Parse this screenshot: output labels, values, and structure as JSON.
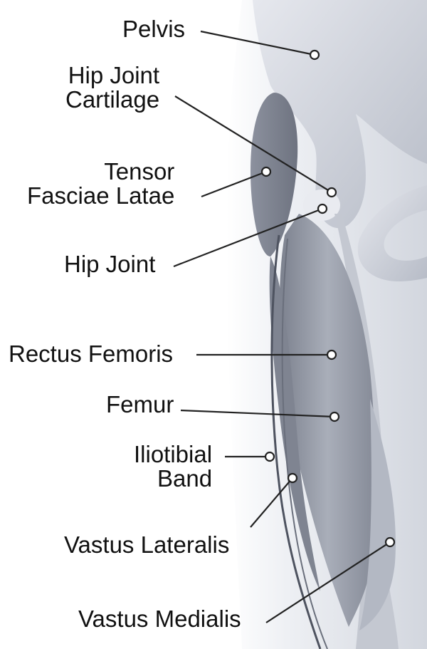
{
  "diagram": {
    "labels": [
      {
        "id": "pelvis",
        "lines": [
          "Pelvis"
        ]
      },
      {
        "id": "hip-joint-cartilage",
        "lines": [
          "Hip Joint",
          "Cartilage"
        ]
      },
      {
        "id": "tensor-fasciae-latae",
        "lines": [
          "Tensor",
          "Fasciae Latae"
        ]
      },
      {
        "id": "hip-joint",
        "lines": [
          "Hip Joint"
        ]
      },
      {
        "id": "rectus-femoris",
        "lines": [
          "Rectus Femoris"
        ]
      },
      {
        "id": "femur",
        "lines": [
          "Femur"
        ]
      },
      {
        "id": "iliotibial-band",
        "lines": [
          "Iliotibial",
          "Band"
        ]
      },
      {
        "id": "vastus-lateralis",
        "lines": [
          "Vastus Lateralis"
        ]
      },
      {
        "id": "vastus-medialis",
        "lines": [
          "Vastus Medialis"
        ]
      }
    ],
    "colors": {
      "text": "#111111",
      "leader_line": "#222222",
      "marker_fill": "#ffffff",
      "bone": "#d4d7de",
      "muscle": "#9a9fab",
      "background": "#ffffff"
    }
  }
}
